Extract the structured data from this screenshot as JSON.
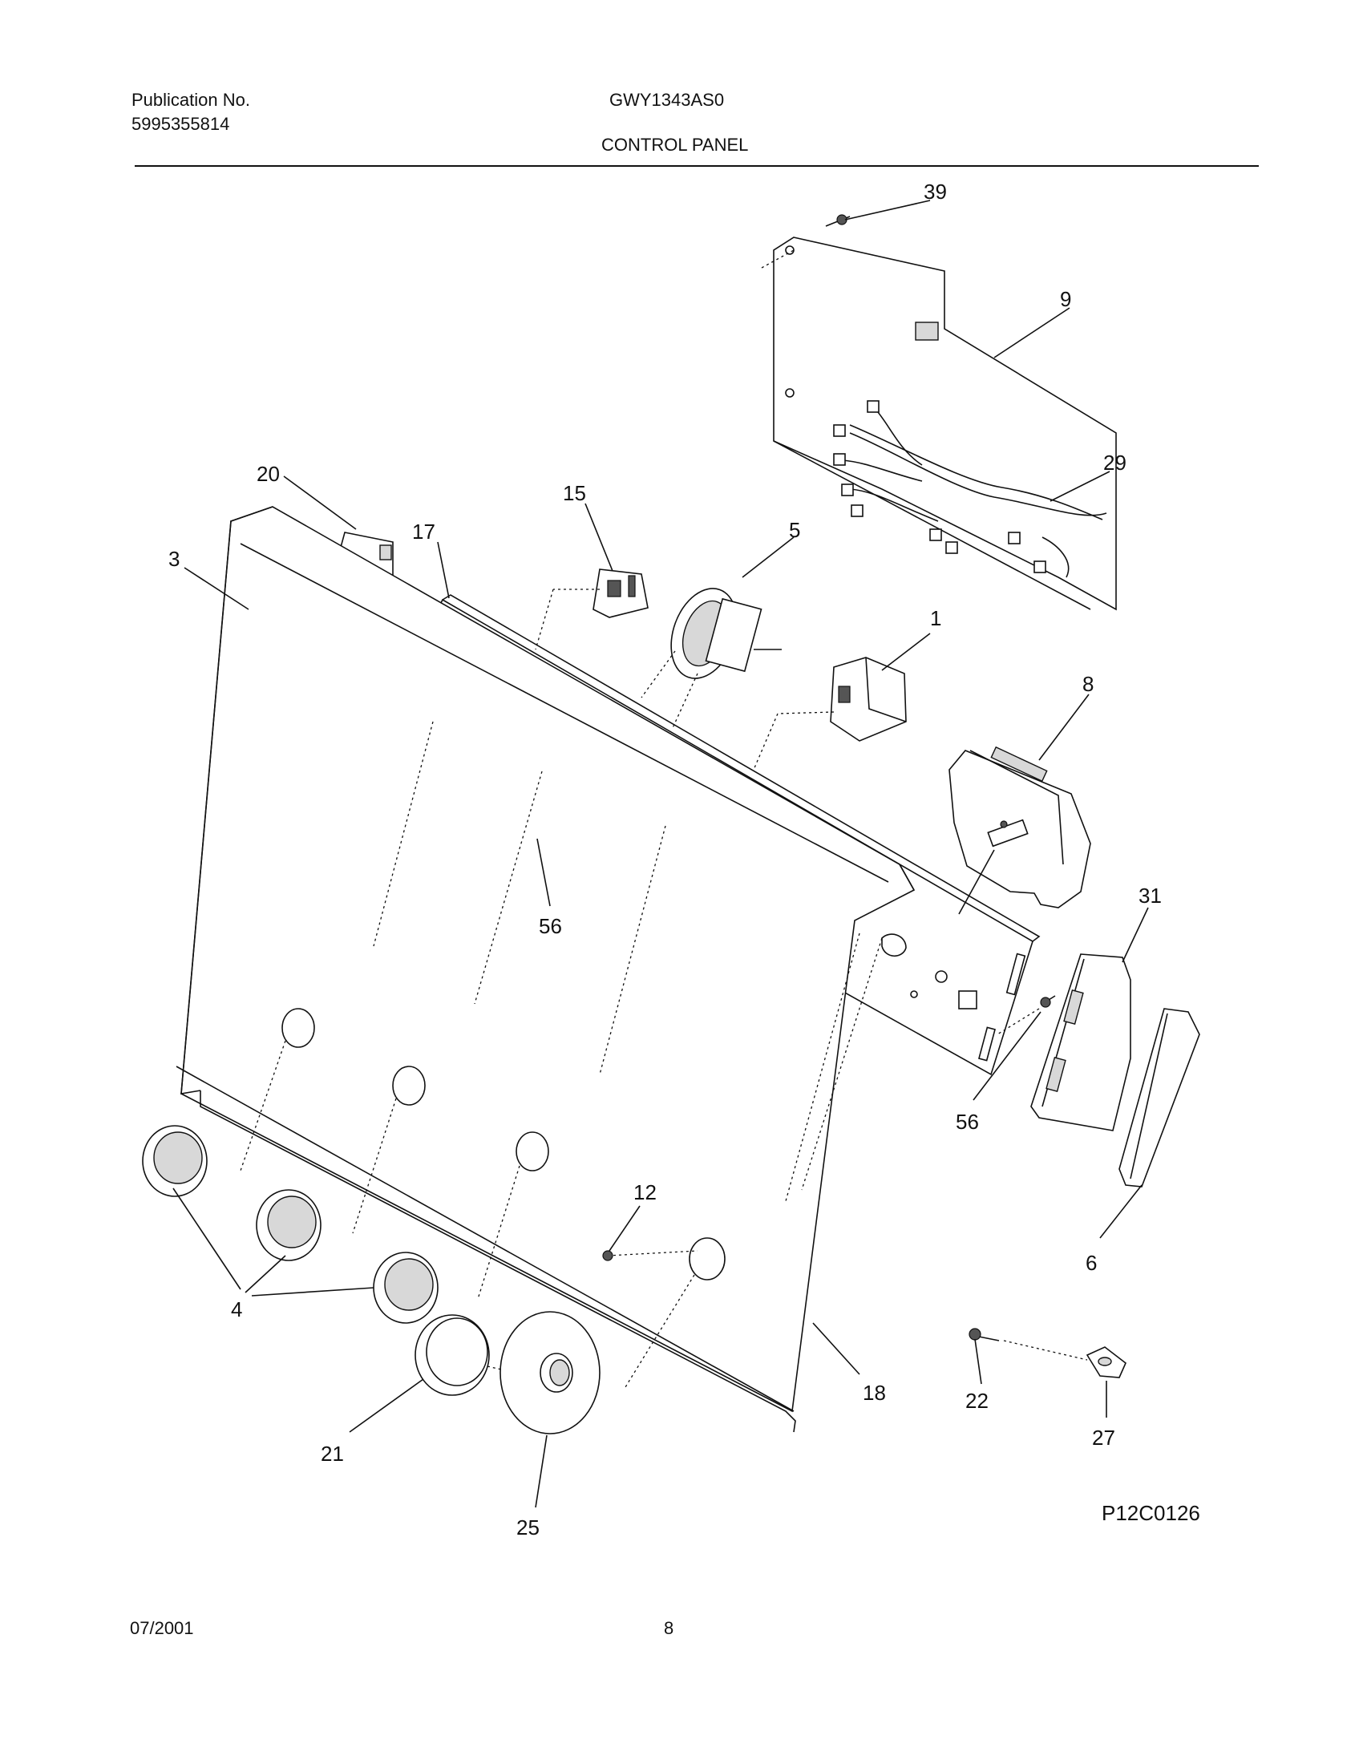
{
  "header": {
    "publication_label": "Publication No.",
    "publication_number": "5995355814",
    "model": "GWY1343AS0",
    "section_title": "CONTROL PANEL"
  },
  "diagram": {
    "figure_code": "P12C0126",
    "part_labels": [
      "39",
      "9",
      "29",
      "20",
      "3",
      "17",
      "15",
      "5",
      "1",
      "8",
      "56",
      "31",
      "56",
      "6",
      "12",
      "4",
      "18",
      "22",
      "27",
      "21",
      "25"
    ]
  },
  "footer": {
    "date": "07/2001",
    "page_number": "8"
  }
}
